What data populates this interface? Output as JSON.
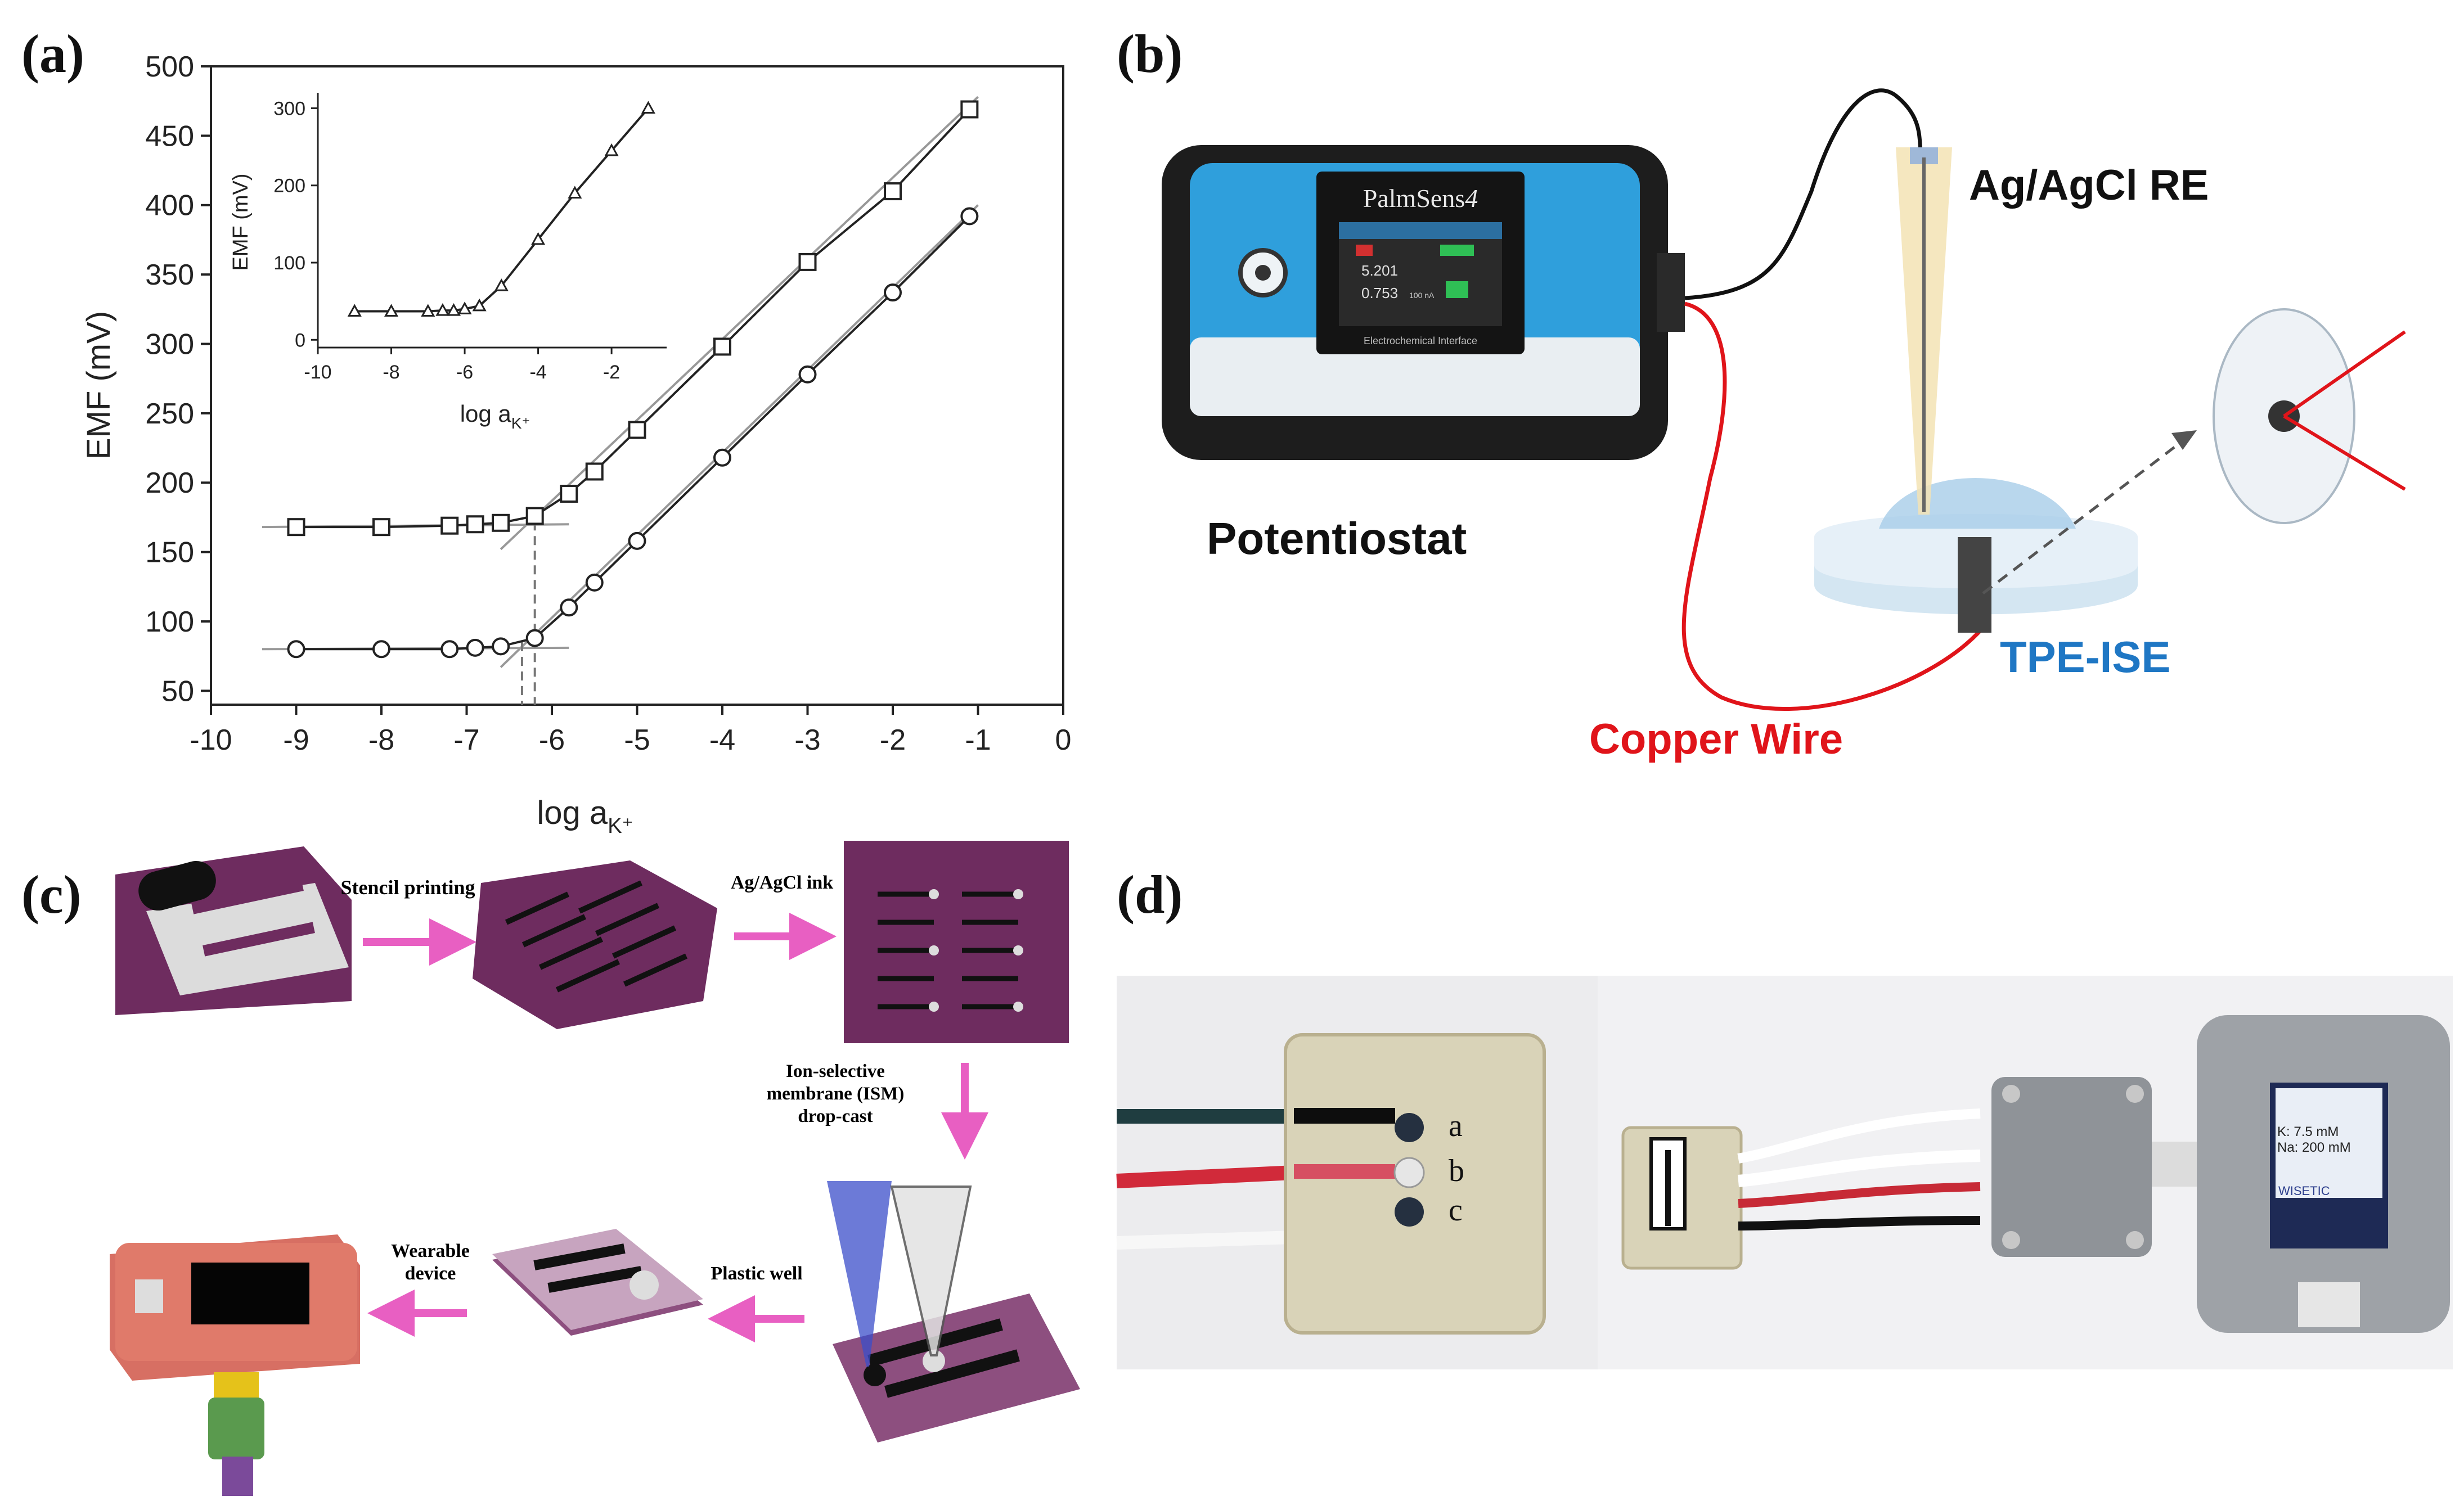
{
  "panels": {
    "a": {
      "label": "(a)"
    },
    "b": {
      "label": "(b)"
    },
    "c": {
      "label": "(c)"
    },
    "d": {
      "label": "(d)"
    }
  },
  "chart_data": [
    {
      "type": "line",
      "ylabel": "EMF (mV)",
      "xlabel": "log a",
      "xlabel_sub": "K⁺",
      "xlim": [
        -10,
        0
      ],
      "ylim": [
        40,
        500
      ],
      "xticks": [
        -10,
        -9,
        -8,
        -7,
        -6,
        -5,
        -4,
        -3,
        -2,
        -1,
        0
      ],
      "yticks": [
        50,
        100,
        150,
        200,
        250,
        300,
        350,
        400,
        450,
        500
      ],
      "series": [
        {
          "marker": "square",
          "x": [
            -9,
            -8,
            -7.2,
            -6.9,
            -6.6,
            -6.2,
            -5.8,
            -5.5,
            -5,
            -4,
            -3,
            -2,
            -1.1
          ],
          "y": [
            168,
            168,
            169,
            170,
            171,
            176,
            192,
            208,
            238,
            298,
            359,
            410,
            469
          ]
        },
        {
          "marker": "circle",
          "x": [
            -9,
            -8,
            -7.2,
            -6.9,
            -6.6,
            -6.2,
            -5.8,
            -5.5,
            -5,
            -4,
            -3,
            -2,
            -1.1
          ],
          "y": [
            80,
            80,
            80,
            81,
            82,
            88,
            110,
            128,
            158,
            218,
            278,
            337,
            392
          ]
        }
      ],
      "fit_lines": [
        {
          "x": [
            -9.4,
            -5.8
          ],
          "y": [
            168,
            170
          ]
        },
        {
          "x": [
            -6.6,
            -1.0
          ],
          "y": [
            152,
            478
          ]
        },
        {
          "x": [
            -9.4,
            -5.8
          ],
          "y": [
            80,
            81
          ]
        },
        {
          "x": [
            -6.6,
            -1.0
          ],
          "y": [
            67,
            400
          ]
        }
      ],
      "dashed_markers": [
        {
          "x": -6.2,
          "y_top": 172
        },
        {
          "x": -6.35,
          "y_top": 85
        }
      ]
    },
    {
      "type": "line",
      "ylabel": "EMF (mV)",
      "xlabel": "log a",
      "xlabel_sub": "K⁺",
      "xlim": [
        -10,
        -0.5
      ],
      "ylim": [
        -10,
        320
      ],
      "xticks": [
        -10,
        -8,
        -6,
        -4,
        -2
      ],
      "yticks": [
        0,
        100,
        200,
        300
      ],
      "series": [
        {
          "marker": "triangle",
          "x": [
            -9,
            -8,
            -7,
            -6.6,
            -6.3,
            -6,
            -5.6,
            -5,
            -4,
            -3,
            -2,
            -1
          ],
          "y": [
            37,
            37,
            37,
            38,
            38,
            40,
            44,
            70,
            130,
            190,
            245,
            300
          ]
        }
      ]
    }
  ],
  "panel_b": {
    "device_brand": "PalmSens",
    "device_model": "4",
    "screen_values": [
      "5.201",
      "0.753"
    ],
    "screen_unit": "100 nA",
    "screen_footer": "Electrochemical Interface",
    "labels": {
      "potentiostat": "Potentiostat",
      "reference": "Ag/AgCl RE",
      "ise": "TPE-ISE",
      "wire": "Copper Wire"
    },
    "colors": {
      "wire_red": "#e0141a",
      "ise_blue": "#1f77c4",
      "device_blue": "#2f9fdc"
    }
  },
  "panel_c": {
    "steps": {
      "stencil": "Stencil printing",
      "ink": "Ag/AgCl ink",
      "ism_1": "Ion-selective",
      "ism_2": "membrane (ISM)",
      "ism_3": "drop-cast",
      "well": "Plastic well",
      "wearable_1": "Wearable",
      "wearable_2": "device"
    },
    "colors": {
      "substrate": "#6e2c5f",
      "arrow": "#e85fc2",
      "device": "#e07a6a"
    }
  },
  "panel_d": {
    "electrode_labels": [
      "a",
      "b",
      "c"
    ],
    "screen_lines": [
      "K: 7.5 mM",
      "Na: 200 mM"
    ],
    "screen_brand": "WISETIC"
  }
}
